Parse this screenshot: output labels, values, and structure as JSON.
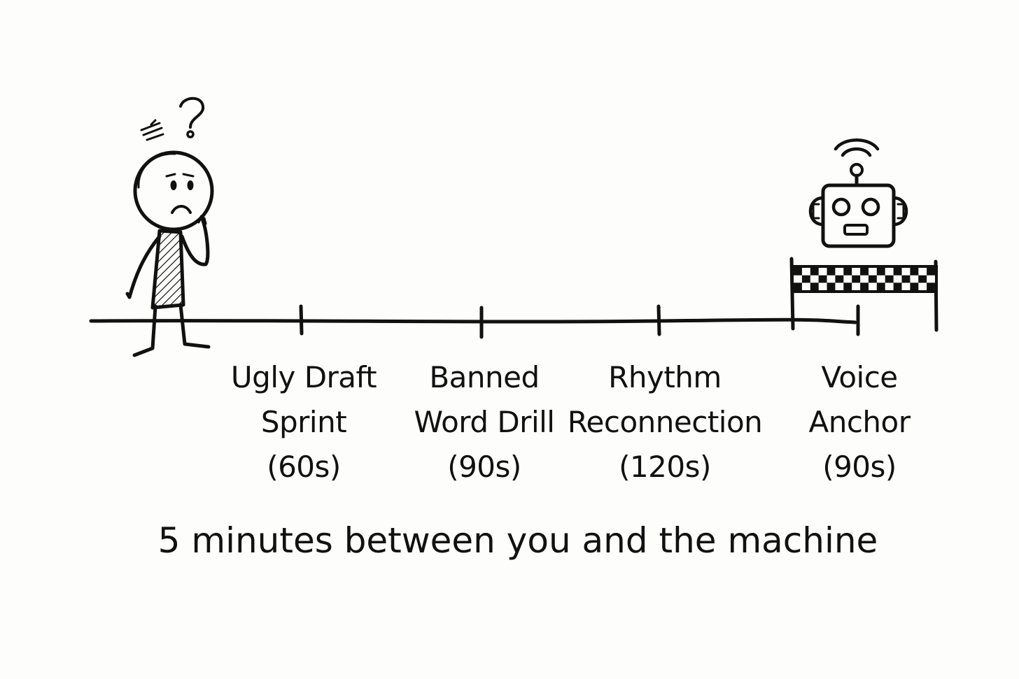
{
  "steps": [
    {
      "lines": [
        "Ugly Draft",
        "Sprint",
        "(60s)"
      ]
    },
    {
      "lines": [
        "Banned",
        "Word Drill",
        "(90s)"
      ]
    },
    {
      "lines": [
        "Rhythm",
        "Reconnection",
        "(120s)"
      ]
    },
    {
      "lines": [
        "Voice",
        "Anchor",
        "(90s)"
      ]
    }
  ],
  "caption": "5 minutes between you and the machine",
  "figures": {
    "start": "confused-stick-figure",
    "end": "robot",
    "finish": "checkered-finish-line"
  },
  "colors": {
    "ink": "#111111",
    "background": "#fdfdfc"
  }
}
